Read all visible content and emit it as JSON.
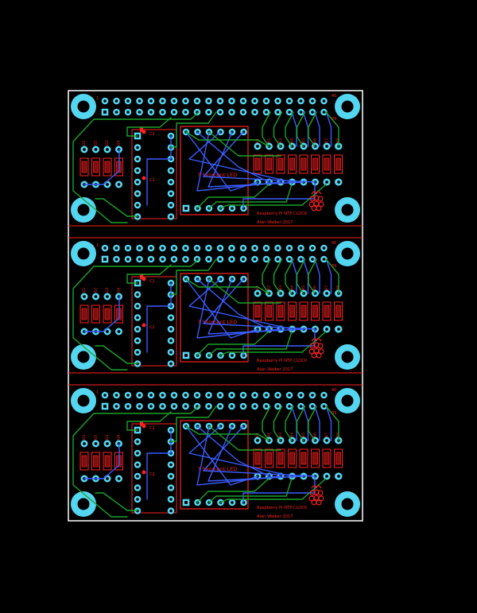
{
  "panel": {
    "count": 3,
    "colors": {
      "background": "#000000",
      "board_outline": "#ffffff",
      "pad": "#55d6f0",
      "mount_hole": "#55d6f0",
      "silkscreen": "#ff2020",
      "trace_top": "#1aa32a",
      "trace_bottom": "#3a5cff"
    }
  },
  "board": {
    "display_label": "7 Segment LED",
    "title_line1": "Raspberry Pi NTP CLOCK",
    "title_line2": "Alan Walker 2017",
    "header_pin_first": "1",
    "header_pin_top_last": "40",
    "header_pin_bottom_last": "39",
    "logo_icon": "raspberry-pi-logo-icon"
  }
}
